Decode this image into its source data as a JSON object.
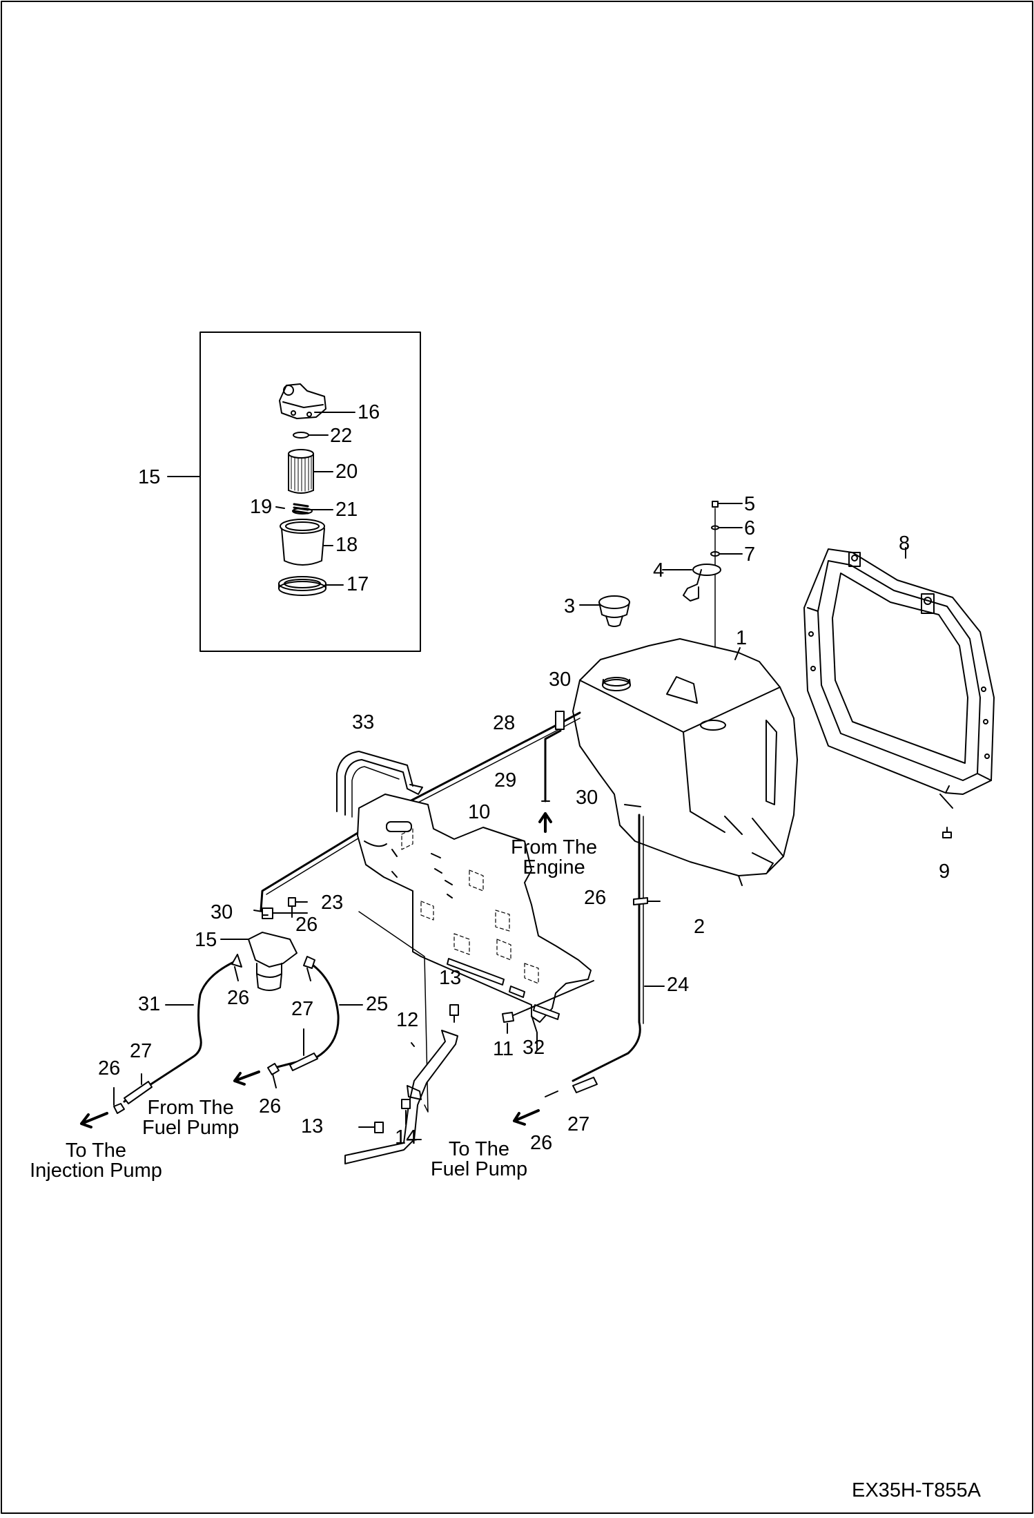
{
  "drawing_code": "EX35H-T855A",
  "callouts": {
    "c1": "1",
    "c2": "2",
    "c3": "3",
    "c4": "4",
    "c5": "5",
    "c6": "6",
    "c7": "7",
    "c8": "8",
    "c9": "9",
    "c10": "10",
    "c11": "11",
    "c12": "12",
    "c13a": "13",
    "c13b": "13",
    "c14": "14",
    "c15a": "15",
    "c15b": "15",
    "c16": "16",
    "c17": "17",
    "c18": "18",
    "c19": "19",
    "c20": "20",
    "c21": "21",
    "c22": "22",
    "c23": "23",
    "c24": "24",
    "c25": "25",
    "c26a": "26",
    "c26b": "26",
    "c26c": "26",
    "c26d": "26",
    "c26e": "26",
    "c26f": "26",
    "c27a": "27",
    "c27b": "27",
    "c27c": "27",
    "c28": "28",
    "c29": "29",
    "c30a": "30",
    "c30b": "30",
    "c30c": "30",
    "c31": "31",
    "c32": "32",
    "c33": "33"
  },
  "notes": {
    "from_engine": [
      "From The",
      "Engine"
    ],
    "from_fuel_pump": [
      "From The",
      "Fuel Pump"
    ],
    "to_injection_pump": [
      "To The",
      "Injection Pump"
    ],
    "to_fuel_pump": [
      "To The",
      "Fuel Pump"
    ]
  }
}
